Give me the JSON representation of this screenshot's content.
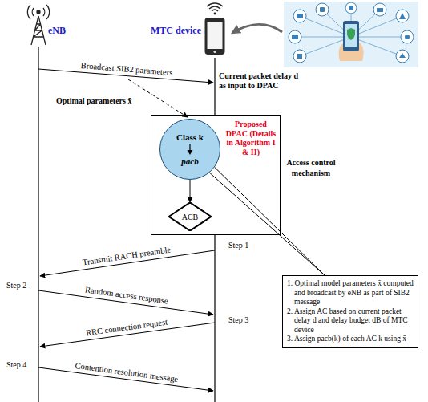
{
  "diagram": {
    "nodes": [
      {
        "text": [
          "Proposed DPAC (Details in Algorithm I & II)",
          "Access control mechanism"
        ]
      },
      {
        "text": [
          "Class k",
          "pacb"
        ],
        "in": 0
      },
      {
        "text": [
          "ACB"
        ],
        "in": 0
      },
      {
        "text": [
          "1. Optimal model parameters x̄ computed and broadcast by eNB as part of SIB2 message",
          "2. Assign AC based on current packet delay d and delay budget dB of MTC device",
          "3. Assign pacb(k) of each AC k using x̄"
        ]
      }
    ],
    "edges": [
      {
        "from": 1,
        "to": 2,
        "arrow": "to"
      },
      {
        "from": 1,
        "to": 3,
        "arrow": "none"
      }
    ],
    "labels": [
      "eNB",
      "MTC device",
      "Broadcast SIB2 parameters",
      "Optimal parameters x̄",
      "Current packet delay d as input to DPAC",
      "Step 1",
      "Transmit RACH preamble",
      "Step 2",
      "Random access response",
      "Step 3",
      "RRC connection request",
      "Step 4",
      "Contention resolution message"
    ]
  }
}
